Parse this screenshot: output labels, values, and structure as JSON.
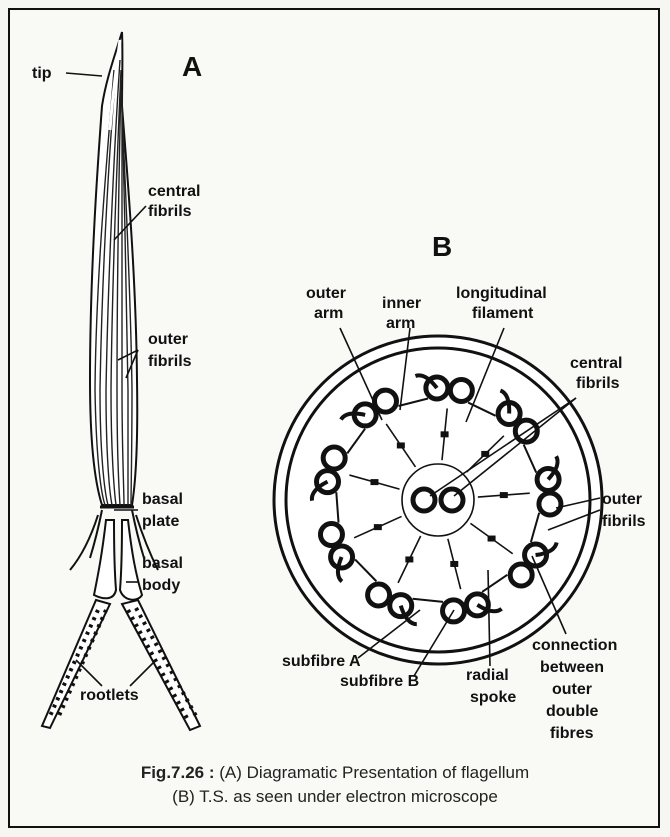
{
  "panel_a": {
    "letter": "A",
    "labels": {
      "tip": "tip",
      "central_1": "central",
      "central_2": "fibrils",
      "outer_1": "outer",
      "outer_2": "fibrils",
      "basal_plate_1": "basal",
      "basal_plate_2": "plate",
      "basal_body_1": "basal",
      "basal_body_2": "body",
      "rootlets": "rootlets"
    }
  },
  "panel_b": {
    "letter": "B",
    "labels": {
      "outer_arm_1": "outer",
      "outer_arm_2": "arm",
      "inner_arm_1": "inner",
      "inner_arm_2": "arm",
      "long_1": "longitudinal",
      "long_2": "filament",
      "central_1": "central",
      "central_2": "fibrils",
      "outer_fib_1": "outer",
      "outer_fib_2": "fibrils",
      "subfibre_a": "subfibre A",
      "subfibre_b": "subfibre B",
      "radial_1": "radial",
      "radial_2": "spoke",
      "conn_1": "connection",
      "conn_2": "between",
      "conn_3": "outer",
      "conn_4": "double",
      "conn_5": "fibres"
    }
  },
  "caption": {
    "fig_label": "Fig.7.26 :",
    "line1": "(A) Diagramatic Presentation of flagellum",
    "line2": "(B) T.S. as seen under electron microscope"
  }
}
